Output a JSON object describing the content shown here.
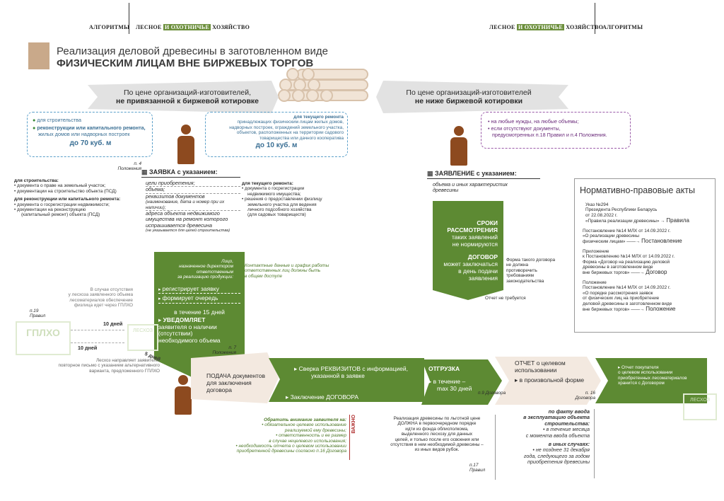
{
  "header": {
    "left_section": "АЛГОРИТМЫ",
    "left_mag_a": "ЛЕСНОЕ",
    "left_mag_b": "И ОХОТНИЧЬЕ",
    "left_mag_c": "ХОЗЯЙСТВО",
    "right_mag_a": "ЛЕСНОЕ",
    "right_mag_b": "И ОХОТНИЧЬЕ",
    "right_mag_c": "ХОЗЯЙСТВО",
    "right_section": "АЛГОРИТМЫ"
  },
  "title": {
    "line1": "Реализация деловой древесины в заготовленном виде",
    "line2": "ФИЗИЧЕСКИМ ЛИЦАМ ВНЕ БИРЖЕВЫХ ТОРГОВ"
  },
  "left_banner": {
    "line1": "По цене организаций-изготовителей,",
    "line2": "не привязанной к биржевой котировке"
  },
  "right_banner": {
    "line1": "По цене организаций-изготовителей",
    "line2": "не ниже биржевой котировки"
  },
  "left_box1": {
    "item1": "для строительства",
    "item2": "реконструкции или капитального ремонта,",
    "item2b": "жилых домов или надворных построек",
    "limit": "до 70 куб. м"
  },
  "left_box2": {
    "l1": "для текущего ремонта",
    "l2": "принадлежащих физическим лицам жилых домов,",
    "l3": "надворных построек, ограждений земельного участка,",
    "l4": "объектов, расположенных на территории садового",
    "l5": "товарищества или дачного кооператива",
    "limit": "до 10 куб. м"
  },
  "right_box": {
    "item1": "на любые нужды, на любые объемы;",
    "item2": "если отсутствуют документы,",
    "item2b": "предусмотренных п.18 Правил и п.4 Положения."
  },
  "zayavka": {
    "ref": "п. 4 Положения",
    "title": "ЗАЯВКА с указанием:",
    "i1": "цели приобретения;",
    "i2": "объема;",
    "i3": "реквизитов документов",
    "i3b": "(наименование, дата и номер при их наличии);",
    "i4": "адреса объекта недвижимого имущества на ремонт которого испрашивается древесина",
    "i4b": "(не указывается для целей строительства)"
  },
  "left_docs": {
    "h1": "для строительства:",
    "a1": "• документа о праве на земельный участок;",
    "a2": "• документации на строительство объекта (ПСД)",
    "h2": "для реконструкции или капитального ремонта:",
    "b1": "• документа о госрегистрации недвижимости;",
    "b2": "• документации на реконструкцию",
    "b3": "(капитальный ремонт) объекта (ПСД)"
  },
  "mid_docs": {
    "h": "для текущего ремонта:",
    "a1": "• документа о госрегистрации",
    "a1b": "недвижимого имущества;",
    "a2": "• решения о предоставлении физлицу",
    "a2b": "земельного участка для ведения",
    "a2c": "личного подсобного хозяйства",
    "a2d": "(для садовых товариществ)"
  },
  "zayavlenie": {
    "title": "ЗАЯВЛЕНИЕ с указанием:",
    "i1": "объема и иных характеристик древесины"
  },
  "right_green": {
    "a1": "СРОКИ",
    "a2": "РАССМОТРЕНИЯ",
    "a3": "таких заявлений",
    "a4": "не нормируются",
    "b1": "ДОГОВОР",
    "b2": "может заключаться",
    "b3": "в день подачи",
    "b4": "заявления",
    "note1": "Форма такого договора",
    "note2": "не должна",
    "note3": "противоречить",
    "note4": "требованиям",
    "note5": "законодательства",
    "otchet": "Отчет не требуется"
  },
  "center_green": {
    "intro1": "Лицо,",
    "intro2": "назначенное директором",
    "intro3": "ответственным",
    "intro4": "за реализацию продукции:",
    "s1": "регистрирует заявку",
    "s2": "формирует очередь",
    "s3": "в течение 15 дней",
    "s4": "УВЕДОМЛЯЕТ",
    "s4b": "заявителя о наличии",
    "s4c": "(отсутствии)",
    "s4d": "необходимого объема",
    "ref": "п. 7 Положения",
    "contact1": "Контактные данные и график работы",
    "contact2": "ответственных лиц должны быть",
    "contact3": "в общем доступе"
  },
  "left_flow": {
    "note1": "В случае отсутствия",
    "note2": "у лесхоза заявленного объема",
    "note3": "лесоматериалов обеспечение",
    "note4": "физлица идет через ГПЛХО",
    "ref": "п.19 Правил",
    "gplho": "ГПЛХО",
    "leshoz": "ЛЕСХОЗ",
    "d1": "10 дней",
    "d2": "10 дней",
    "d3": "5 дней",
    "note5": "Лесхоз направляет заявителю",
    "note6": "повторное письмо с указанием альтернативного",
    "note7": "варианта, предложенного ГПЛХО"
  },
  "bottom_flow": {
    "podacha1": "ПОДАЧА документов",
    "podacha2": "для заключения",
    "podacha3": "договора",
    "sverka1": "Сверка РЕКВИЗИТОВ с информацией,",
    "sverka2": "указанной в заявке",
    "zakl": "Заключение ДОГОВОРА",
    "otgr": "ОТГРУЗКА",
    "otgr2": "в течение –",
    "otgr3": "max 30 дней",
    "otgr_ref": "п.9 Договора",
    "otchet1": "ОТЧЕТ о целевом",
    "otchet2": "использовании",
    "otchet3": "в произвольной форме",
    "otchet_ref": "п. 16 Договора",
    "final1": "Отчет покупателя",
    "final2": "о целевом использовании",
    "final3": "приобретенных лесоматериалов",
    "final4": "хранится с Договором",
    "leshoz": "ЛЕСХОЗ"
  },
  "attention": {
    "title": "Обратить внимание заявителя на:",
    "i1": "• обязательное целевое использование",
    "i1b": "реализуемой ему древесины;",
    "i2": "• ответственность и ее размер",
    "i2b": "в случае нецелевого использования;",
    "i3": "• необходимость отчета о целевом использовании",
    "i3b": "приобретенной древесины согласно п.16 Договора",
    "vazhno": "ВАЖНО"
  },
  "preferential": {
    "l1": "Реализация древесины по льготной цене",
    "l2": "ДОЛЖНА в первоочередном порядке",
    "l3": "идти из фонда облисполкома,",
    "l4": "выделенного лесхозу для данных",
    "l5": "целей, и только после его освоения или",
    "l6": "отсутствия в нем необходимой древесины –",
    "l7": "из иных видов рубок.",
    "ref": "п.17 Правил"
  },
  "deadline": {
    "a1": "по факту ввода",
    "a2": "в эксплуатацию объекта",
    "a3": "строительства:",
    "a4": "• в течение месяца",
    "a5": "с момента ввода объекта",
    "b1": "в иных случаях:",
    "b2": "• не позднее 31 декабря",
    "b3": "года, следующего за годом",
    "b4": "приобретения древесины"
  },
  "legal": {
    "title": "Нормативно-правовые акты",
    "a1": "Указ №294",
    "a2": "Президента Республики Беларусь",
    "a3": "от 22.08.2022 г.",
    "a4": "«Правила реализации древесины»",
    "a_tag": "Правила",
    "b1": "Постановление №14 МЛХ от 14.09.2022 г.",
    "b2": "«О реализации древесины",
    "b3": "физическим лицам»",
    "b_tag": "Постановление",
    "c1": "Приложение",
    "c2": "к Постановлению №14 МЛХ от 14.09.2022 г.",
    "c3": "Форма «Договор на реализацию деловой",
    "c4": "древесины в заготовленном виде",
    "c5": "вне биржевых торгов»",
    "c_tag": "Договор",
    "d1": "Положение",
    "d2": "Постановление №14 МЛХ от 14.09.2022 г.",
    "d3": "«О порядке рассмотрения заявок",
    "d4": "от физических лиц на приобретение",
    "d5": "деловой древесины в заготовленном виде",
    "d6": "вне биржевых торгов»",
    "d_tag": "Положение"
  },
  "colors": {
    "green": "#5d8a33",
    "brown": "#8d4a1f",
    "blue_text": "#3a6f94",
    "purple_text": "#6a2a7a"
  }
}
